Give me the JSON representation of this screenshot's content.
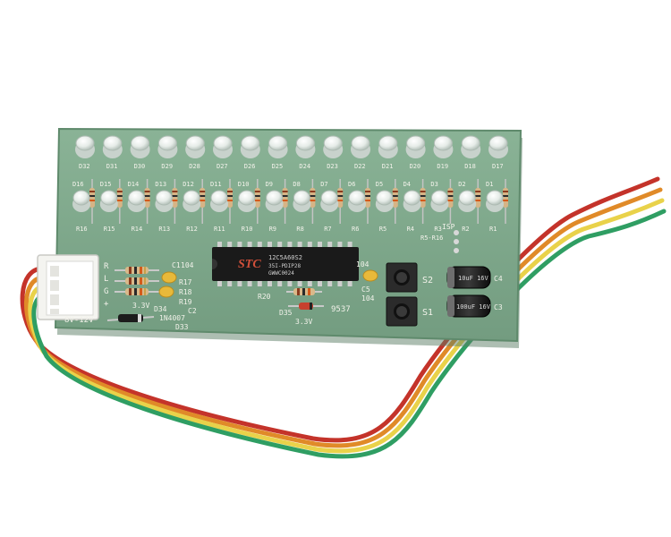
{
  "photo": {
    "board_color": "#7fa58a",
    "board_edge_color": "#5f8a6c",
    "silkscreen_color": "#f2f2ea",
    "wire_colors": [
      "#c4332a",
      "#e08a28",
      "#e9d24a",
      "#2f9e63"
    ],
    "top_led_labels": [
      "D32",
      "D31",
      "D30",
      "D29",
      "D28",
      "D27",
      "D26",
      "D25",
      "D24",
      "D23",
      "D22",
      "D21",
      "D20",
      "D19",
      "D18",
      "D17"
    ],
    "bottom_led_labels": [
      "D16",
      "D15",
      "D14",
      "D13",
      "D12",
      "D11",
      "D10",
      "D9",
      "D8",
      "D7",
      "D6",
      "D5",
      "D4",
      "D3",
      "D2",
      "D1"
    ],
    "resistor_labels": [
      "R16",
      "R15",
      "R14",
      "R13",
      "R12",
      "R11",
      "R10",
      "R9",
      "R8",
      "R7",
      "R6",
      "R5",
      "R4",
      "R3",
      "R2",
      "R1"
    ],
    "connector_pins": [
      "R",
      "L",
      "G",
      "+"
    ],
    "silkscreen": {
      "c1": "C1",
      "c1_value": "104",
      "c2": "C2",
      "r17": "R17",
      "r18": "R18",
      "r19": "R19",
      "r20": "R20",
      "d33": "D33",
      "d33_value": "1N4007",
      "d34": "D34",
      "d34_value": "3.3V",
      "d35": "D35",
      "d35_value": "3.3V",
      "c4": "C4",
      "c3": "C3",
      "c5": "C5",
      "c5_value": "104",
      "c6_value": "104",
      "voltage": "8V-12V",
      "board_code": "9537",
      "s1": "S1",
      "s2": "S2",
      "isp": "ISP",
      "r5_r16": "R5-R16"
    },
    "chip": {
      "brand": "STC",
      "part": "12C5A60S2",
      "line2": "35I-PDIP28",
      "line3": "GWWC0024"
    },
    "capacitors": {
      "c4_label": "10uF 16V",
      "c3_label": "100uF 16V"
    }
  }
}
